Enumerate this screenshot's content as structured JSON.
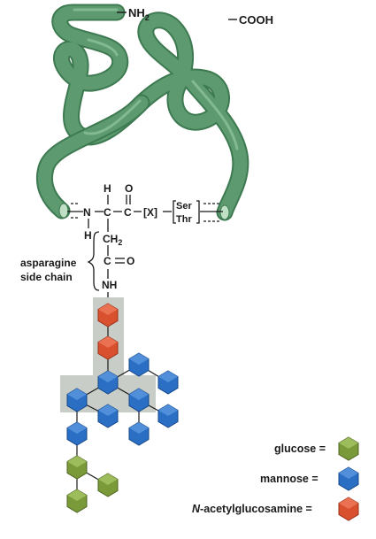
{
  "chain": {
    "n_terminus": "NH",
    "n_terminus_sub": "2",
    "c_terminus": "COOH"
  },
  "peptide": {
    "h_top": "H",
    "o_top": "O",
    "n_atom": "N",
    "c_alpha": "C",
    "c_carbonyl": "C",
    "x_residue": "[X]",
    "ser": "Ser",
    "thr": "Thr",
    "h_bottom": "H",
    "ch": "CH",
    "ch_sub": "2",
    "c_amide": "C",
    "o_amide": "O",
    "nh": "NH"
  },
  "side_chain_label": {
    "line1": "asparagine",
    "line2": "side chain"
  },
  "legend": {
    "glucose": {
      "label": "glucose",
      "color": "#7a9a3a"
    },
    "mannose": {
      "label": "mannose",
      "color": "#2a6fc4"
    },
    "nag": {
      "label_italic": "N",
      "label_rest": "-acetylglucosamine",
      "color": "#d9502e"
    },
    "equals": "="
  },
  "colors": {
    "chain": "#5e9a6f",
    "chain_light": "#8cc19a",
    "core_highlight": "#c9cdc8"
  }
}
